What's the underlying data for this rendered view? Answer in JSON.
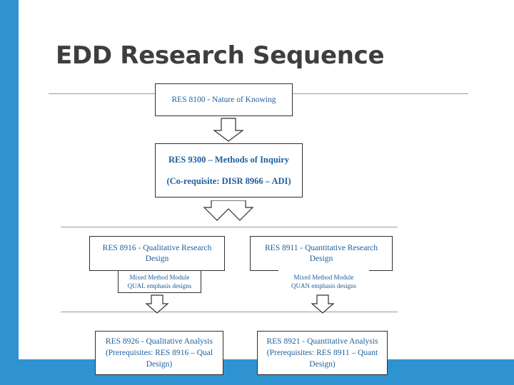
{
  "slide": {
    "title": "EDD Research Sequence",
    "accent_color": "#2e93d0",
    "text_color": "#1f5fa0"
  },
  "diagram": {
    "type": "flowchart",
    "nodes": [
      {
        "id": "res8100",
        "label": "RES 8100 - Nature of Knowing",
        "lines": [
          "RES 8100 - Nature of Knowing"
        ]
      },
      {
        "id": "res9300",
        "label": "RES 9300 – Methods of Inquiry (Co-requisite: DISR 8966 – ADI)",
        "lines": [
          "RES 9300 – Methods of Inquiry",
          "(Co-requisite: DISR 8966 – ADI)"
        ]
      },
      {
        "id": "res8916",
        "label": "RES 8916 - Qualitative Research Design",
        "lines": [
          "RES 8916 - Qualitative Research",
          "Design"
        ]
      },
      {
        "id": "res8911",
        "label": "RES 8911 - Quantitative Research Design",
        "lines": [
          "RES 8911 - Quantitative Research",
          "Design"
        ]
      },
      {
        "id": "mm-qual",
        "label": "Mixed Method Module QUAL emphasis designs",
        "lines": [
          "Mixed Method Module",
          "QUAL emphasis designs"
        ]
      },
      {
        "id": "mm-quan",
        "label": "Mixed Method Module QUAN emphasis designs",
        "lines": [
          "Mixed Method Module",
          "QUAN emphasis designs"
        ]
      },
      {
        "id": "res8926",
        "label": "RES 8926 - Qualitative Analysis (Prerequisites: RES 8916 – Qual Design)",
        "lines": [
          "RES 8926 - Qualitative Analysis",
          "(Prerequisites: RES 8916 – Qual",
          "Design)"
        ]
      },
      {
        "id": "res8921",
        "label": "RES 8921 - Quantitative Analysis (Prerequisites: RES 8911 – Quant Design)",
        "lines": [
          "RES 8921 - Quantitative Analysis",
          "(Prerequisites: RES 8911 – Quant",
          "Design)"
        ]
      }
    ],
    "connectors": [
      {
        "id": "arrow-8100-to-9300",
        "shape": "down-arrow"
      },
      {
        "id": "arrow-9300-split",
        "shape": "double-down-split-arrow"
      },
      {
        "id": "arrow-8916-to-8926",
        "shape": "down-arrow"
      },
      {
        "id": "arrow-8911-to-8921",
        "shape": "down-arrow"
      }
    ]
  }
}
